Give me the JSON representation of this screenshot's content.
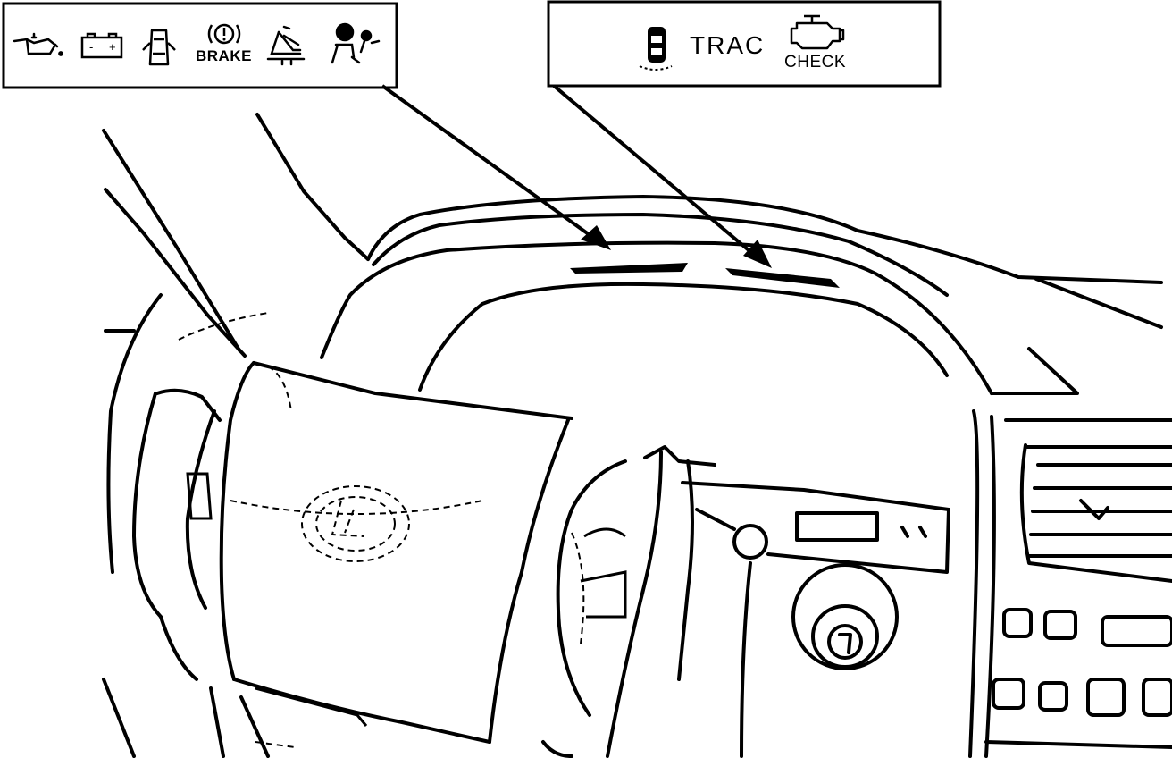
{
  "callout_left": {
    "icons": [
      "oil-pressure-icon",
      "battery-charge-icon",
      "door-open-icon",
      "brake-warning-icon",
      "seatbelt-icon",
      "airbag-icon"
    ],
    "brake_label": "BRAKE",
    "battery_minus": "-",
    "battery_plus": "+"
  },
  "callout_right": {
    "icons": [
      "vehicle-skid-icon",
      "check-engine-icon"
    ],
    "trac_label": "TRAC",
    "check_label": "CHECK"
  },
  "colors": {
    "ink": "#000000",
    "paper": "#ffffff"
  }
}
